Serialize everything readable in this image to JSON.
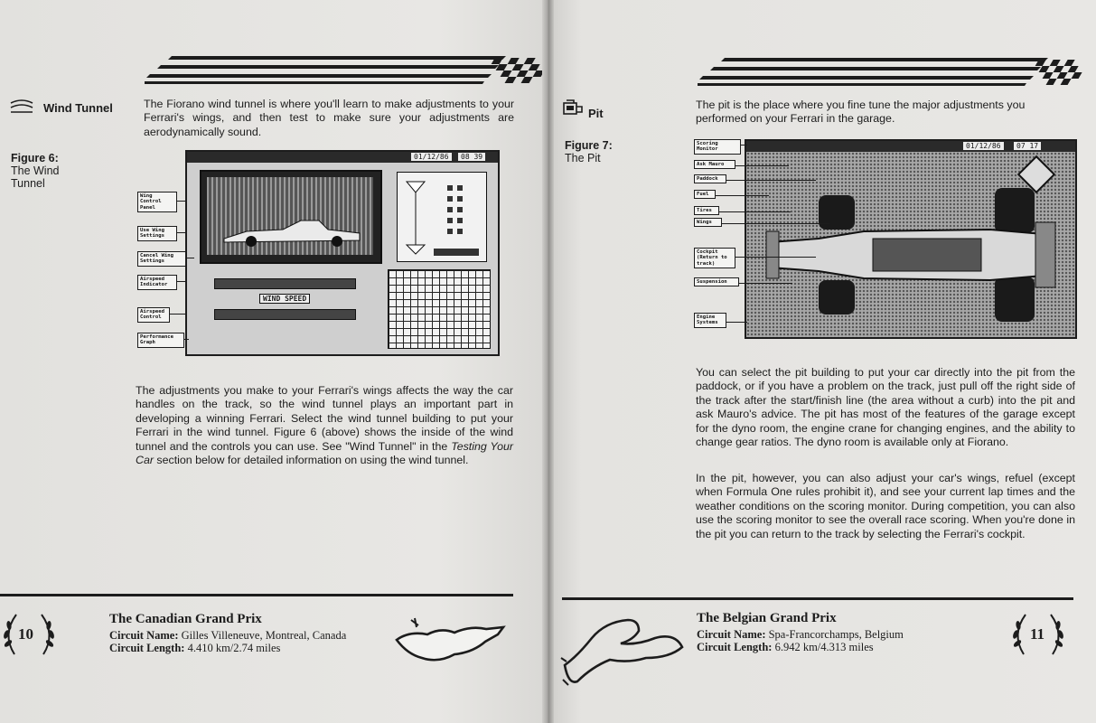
{
  "left": {
    "section_title": "Wind Tunnel",
    "intro": "The Fiorano wind tunnel is where you'll learn to make adjustments to your Ferrari's wings, and then test to make sure your adjustments are aerodynamically sound.",
    "figure_label": "Figure 6:",
    "figure_caption": "The Wind Tunnel",
    "screen": {
      "date": "01/12/86",
      "time": "08  39",
      "tunnel_label": "WIND SPEED",
      "callouts": [
        "Wing Control Panel",
        "Use Wing Settings",
        "Cancel Wing Settings",
        "Airspeed Indicator",
        "Airspeed Control",
        "Performance Graph"
      ]
    },
    "body_pre": "The adjustments you make to your Ferrari's wings affects the way the car handles on the track, so the wind tunnel plays an important part in developing a winning Ferrari.  Select the wind tunnel building to put your Ferrari in the wind tunnel.  Figure 6 (above) shows the inside of the wind tunnel and the controls you can use.  See \"Wind Tunnel\" in the ",
    "body_italic": "Testing Your Car",
    "body_post": " section below for detailed information on using the wind tunnel.",
    "footer": {
      "page_number": "10",
      "gp_title": "The Canadian Grand Prix",
      "circuit_name_label": "Circuit Name:",
      "circuit_name": "Gilles Villeneuve, Montreal, Canada",
      "circuit_length_label": "Circuit Length:",
      "circuit_length": "4.410 km/2.74 miles"
    }
  },
  "right": {
    "section_title": "Pit",
    "intro": "The pit is the place where you fine tune the major adjustments you performed on your Ferrari in the garage.",
    "figure_label": "Figure 7:",
    "figure_caption": "The Pit",
    "screen": {
      "date": "01/12/86",
      "time": "07  17",
      "callouts": [
        "Scoring Monitor",
        "Ask Mauro",
        "Paddock",
        "Fuel",
        "Tires",
        "Wings",
        "Cockpit (Return to track)",
        "Suspension",
        "Engine Systems"
      ]
    },
    "para1": "You can select the pit building to put your car directly into the pit from the paddock, or if you have a problem on the track, just pull off the right side of the track after the start/finish line (the area without a curb) into the pit and ask Mauro's advice.  The pit has most of the features of the garage except for the dyno room, the engine crane for changing engines, and the ability to change gear ratios.  The dyno room is available only at Fiorano.",
    "para2": "In the pit, however, you can also adjust your car's wings, refuel (except when Formula One rules prohibit it), and see your current lap times and the weather conditions on the scoring monitor.  During competition, you can also use the scoring monitor to see the overall race scoring.  When you're done in the pit you can return to the track by selecting the Ferrari's cockpit.",
    "footer": {
      "page_number": "11",
      "gp_title": "The Belgian Grand Prix",
      "circuit_name_label": "Circuit Name:",
      "circuit_name": "Spa-Francorchamps, Belgium",
      "circuit_length_label": "Circuit Length:",
      "circuit_length": "6.942 km/4.313 miles"
    }
  },
  "colors": {
    "ink": "#1c1c1c",
    "paper": "#e6e5e2"
  },
  "icons": [
    "wind-tunnel-icon",
    "pit-icon",
    "checkered-flag-icon",
    "laurel-wreath-icon",
    "circuit-map-icon"
  ]
}
